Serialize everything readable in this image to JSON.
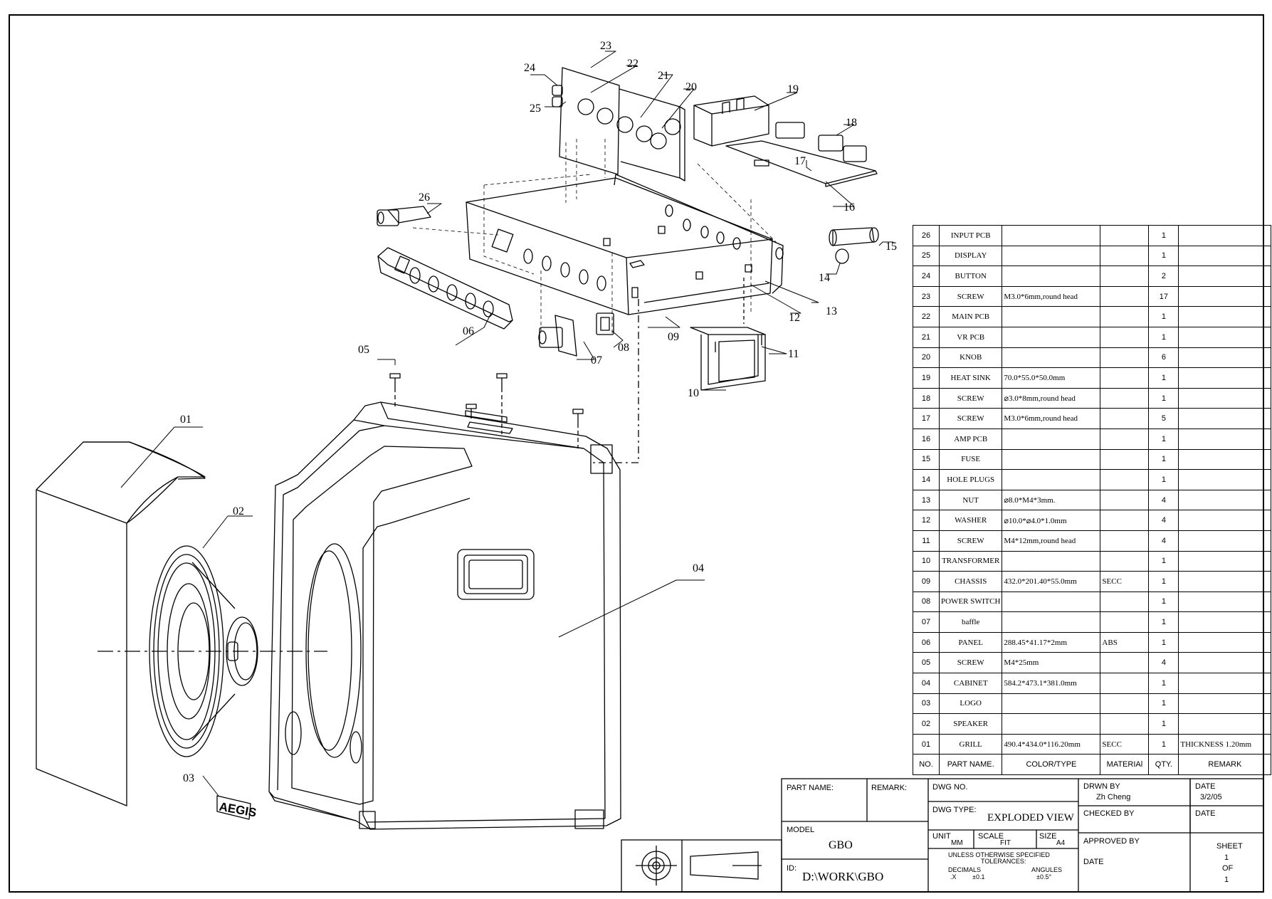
{
  "callouts": [
    "01",
    "02",
    "03",
    "04",
    "05",
    "06",
    "07",
    "08",
    "09",
    "10",
    "11",
    "12",
    "13",
    "14",
    "15",
    "16",
    "17",
    "18",
    "19",
    "20",
    "21",
    "22",
    "23",
    "24",
    "25",
    "26"
  ],
  "logo_text": "AEGIS",
  "bom": {
    "headers": {
      "no": "NO.",
      "part_name": "PART NAME.",
      "color_type": "COLOR/TYPE",
      "material": "MATERIAl",
      "qty": "QTY.",
      "remark": "REMARK"
    },
    "rows": [
      {
        "no": "26",
        "name": "INPUT PCB",
        "spec": "",
        "material": "",
        "qty": "1",
        "remark": ""
      },
      {
        "no": "25",
        "name": "DISPLAY",
        "spec": "",
        "material": "",
        "qty": "1",
        "remark": ""
      },
      {
        "no": "24",
        "name": "BUTTON",
        "spec": "",
        "material": "",
        "qty": "2",
        "remark": ""
      },
      {
        "no": "23",
        "name": "SCREW",
        "spec": "M3.0*6mm,round head",
        "material": "",
        "qty": "17",
        "remark": ""
      },
      {
        "no": "22",
        "name": "MAIN PCB",
        "spec": "",
        "material": "",
        "qty": "1",
        "remark": ""
      },
      {
        "no": "21",
        "name": "VR PCB",
        "spec": "",
        "material": "",
        "qty": "1",
        "remark": ""
      },
      {
        "no": "20",
        "name": "KNOB",
        "spec": "",
        "material": "",
        "qty": "6",
        "remark": ""
      },
      {
        "no": "19",
        "name": "HEAT SINK",
        "spec": "70.0*55.0*50.0mm",
        "material": "",
        "qty": "1",
        "remark": ""
      },
      {
        "no": "18",
        "name": "SCREW",
        "spec": "⌀3.0*8mm,round head",
        "material": "",
        "qty": "1",
        "remark": ""
      },
      {
        "no": "17",
        "name": "SCREW",
        "spec": "M3.0*6mm,round head",
        "material": "",
        "qty": "5",
        "remark": ""
      },
      {
        "no": "16",
        "name": "AMP PCB",
        "spec": "",
        "material": "",
        "qty": "1",
        "remark": ""
      },
      {
        "no": "15",
        "name": "FUSE",
        "spec": "",
        "material": "",
        "qty": "1",
        "remark": ""
      },
      {
        "no": "14",
        "name": "HOLE PLUGS",
        "spec": "",
        "material": "",
        "qty": "1",
        "remark": ""
      },
      {
        "no": "13",
        "name": "NUT",
        "spec": "⌀8.0*M4*3mm.",
        "material": "",
        "qty": "4",
        "remark": ""
      },
      {
        "no": "12",
        "name": "WASHER",
        "spec": "⌀10.0*⌀4.0*1.0mm",
        "material": "",
        "qty": "4",
        "remark": ""
      },
      {
        "no": "11",
        "name": "SCREW",
        "spec": "M4*12mm,round head",
        "material": "",
        "qty": "4",
        "remark": ""
      },
      {
        "no": "10",
        "name": "TRANSFORMER",
        "spec": "",
        "material": "",
        "qty": "1",
        "remark": ""
      },
      {
        "no": "09",
        "name": "CHASSIS",
        "spec": "432.0*201.40*55.0mm",
        "material": "SECC",
        "qty": "1",
        "remark": ""
      },
      {
        "no": "08",
        "name": "POWER SWITCH",
        "spec": "",
        "material": "",
        "qty": "1",
        "remark": ""
      },
      {
        "no": "07",
        "name": "baffle",
        "spec": "",
        "material": "",
        "qty": "1",
        "remark": ""
      },
      {
        "no": "06",
        "name": "PANEL",
        "spec": "288.45*41.17*2mm",
        "material": "ABS",
        "qty": "1",
        "remark": ""
      },
      {
        "no": "05",
        "name": "SCREW",
        "spec": "M4*25mm",
        "material": "",
        "qty": "4",
        "remark": ""
      },
      {
        "no": "04",
        "name": "CABINET",
        "spec": "584.2*473.1*381.0mm",
        "material": "",
        "qty": "1",
        "remark": ""
      },
      {
        "no": "03",
        "name": "LOGO",
        "spec": "",
        "material": "",
        "qty": "1",
        "remark": ""
      },
      {
        "no": "02",
        "name": "SPEAKER",
        "spec": "",
        "material": "",
        "qty": "1",
        "remark": ""
      },
      {
        "no": "01",
        "name": "GRILL",
        "spec": "490.4*434.0*116.20mm",
        "material": "SECC",
        "qty": "1",
        "remark": "THICKNESS 1.20mm"
      }
    ]
  },
  "title_block": {
    "part_name_label": "PART NAME:",
    "remark_label": "REMARK:",
    "dwg_no_label": "DWG NO.",
    "drwn_by_label": "DRWN BY",
    "drwn_by": "Zh Cheng",
    "date_label": "DATE",
    "date": "3/2/05",
    "dwg_type_label": "DWG TYPE:",
    "dwg_type": "EXPLODED VIEW",
    "checked_by_label": "CHECKED BY",
    "date2_label": "DATE",
    "model_label": "MODEL",
    "model": "GBO",
    "unit_label": "UNIT",
    "unit": "MM",
    "scale_label": "SCALE",
    "scale": "FIT",
    "size_label": "SIZE",
    "size": "A4",
    "approved_by_label": "APPROVED BY",
    "tol_line1": "UNLESS OTHERWISE SPECIFIED",
    "tol_line2": "TOLERANCES:",
    "decimals_label": "DECIMALS",
    "decimals_x": ".X",
    "decimals_val": "±0.1",
    "angles_label": "ANGULES",
    "angles_val": "±0.5°",
    "date3_label": "DATE",
    "sheet_label": "SHEET",
    "sheet_no": "1",
    "of_label": "OF",
    "sheet_total": "1",
    "id_label": "ID:",
    "id_path": "D:\\WORK\\GBO"
  }
}
